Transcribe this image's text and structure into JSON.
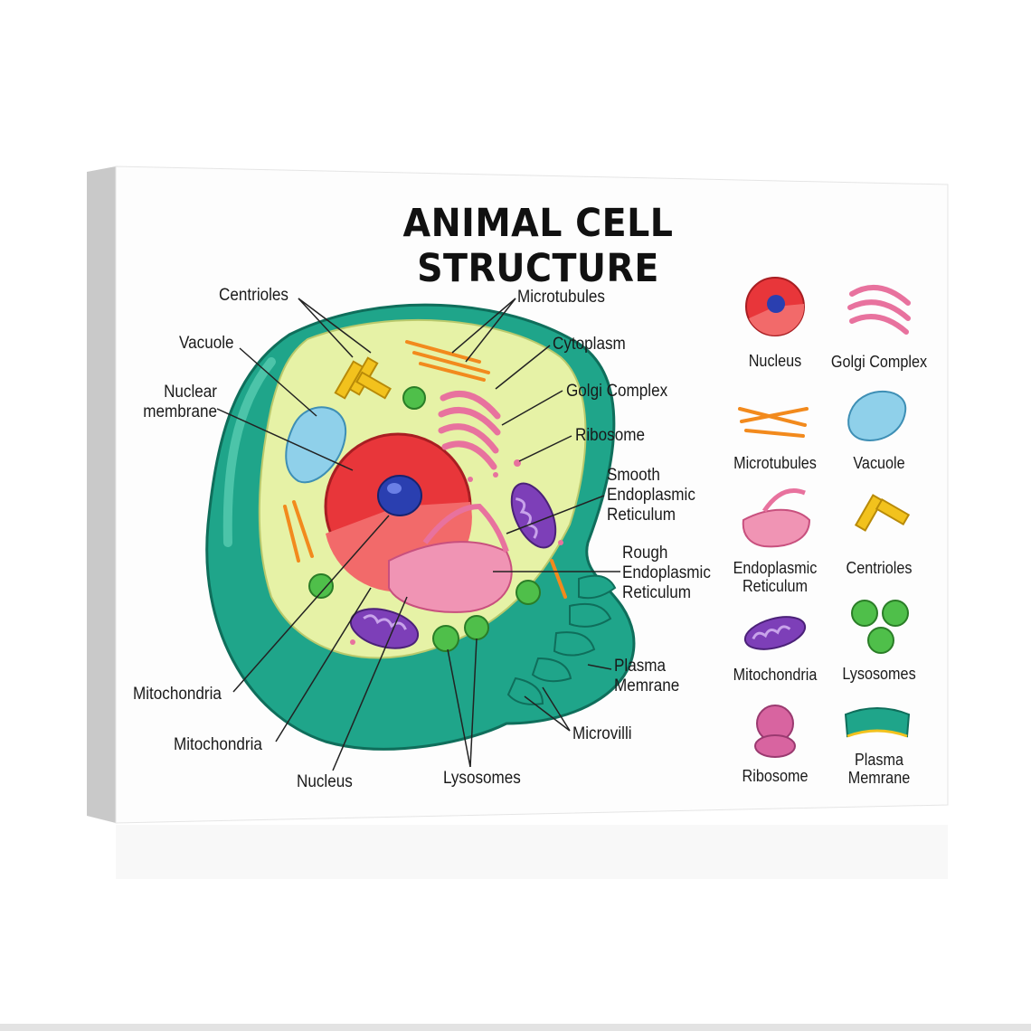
{
  "title": "ANIMAL CELL STRUCTURE",
  "labels": {
    "centrioles": "Centrioles",
    "vacuole": "Vacuole",
    "nuclear_membrane": "Nuclear\nmembrane",
    "microtubules": "Microtubules",
    "cytoplasm": "Cytoplasm",
    "golgi_complex": "Golgi Complex",
    "ribosome": "Ribosome",
    "smooth_er": "Smooth\nEndoplasmic\nReticulum",
    "rough_er": "Rough\nEndoplasmic\nReticulum",
    "plasma_membrane": "Plasma\nMemrane",
    "microvilli": "Microvilli",
    "mitochondria_1": "Mitochondria",
    "mitochondria_2": "Mitochondria",
    "nucleus": "Nucleus",
    "lysosomes": "Lysosomes"
  },
  "legend": [
    {
      "label": "Nucleus",
      "icon": "nucleus-icon"
    },
    {
      "label": "Golgi Complex",
      "icon": "golgi-icon"
    },
    {
      "label": "Microtubules",
      "icon": "microtubules-icon"
    },
    {
      "label": "Vacuole",
      "icon": "vacuole-icon"
    },
    {
      "label": "Endoplasmic\nReticulum",
      "icon": "er-icon"
    },
    {
      "label": "Centrioles",
      "icon": "centrioles-icon"
    },
    {
      "label": "Mitochondria",
      "icon": "mitochondria-icon"
    },
    {
      "label": "Lysosomes",
      "icon": "lysosomes-icon"
    },
    {
      "label": "Ribosome",
      "icon": "ribosome-icon"
    },
    {
      "label": "Plasma\nMemrane",
      "icon": "plasma-membrane-icon"
    }
  ],
  "colors": {
    "membrane": "#1fa58a",
    "cytoplasm": "#e6f2a6",
    "nucleus": "#e8363a",
    "nucleolus": "#2a3fb0",
    "golgi": "#e8729e",
    "mitochondria": "#7d3fb8",
    "lysosome": "#4fbf4a",
    "vacuole": "#8fd0ea",
    "microtubule": "#f28a1d",
    "centriole": "#f2c21d"
  }
}
